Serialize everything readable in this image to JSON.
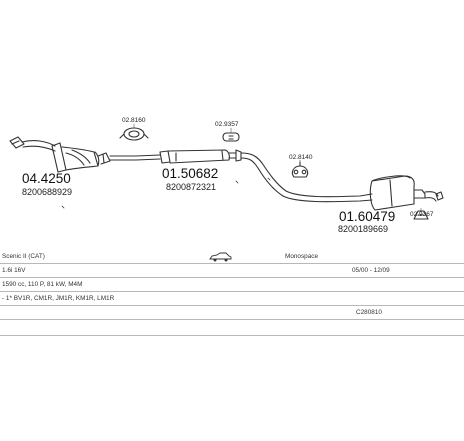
{
  "diagram": {
    "parts": [
      {
        "number": "04.4250",
        "oem": "8200688929"
      },
      {
        "number": "01.50682",
        "oem": "8200872321"
      },
      {
        "number": "01.60479",
        "oem": "8200189669"
      }
    ],
    "accessories": [
      "02.8160",
      "02.9357",
      "02.8140",
      "02.9367"
    ]
  },
  "spec": {
    "model": "Scenic II (CAT)",
    "oem_label": "Monospace",
    "engine": "1.6i 16V",
    "years": "05/00 - 12/09",
    "detail": "1590 cc, 110 P, 81 kW, M4M",
    "variants": "- 1* BV1R, CM1R, JM1R, KM1R, LM1R",
    "code": "C280810"
  }
}
